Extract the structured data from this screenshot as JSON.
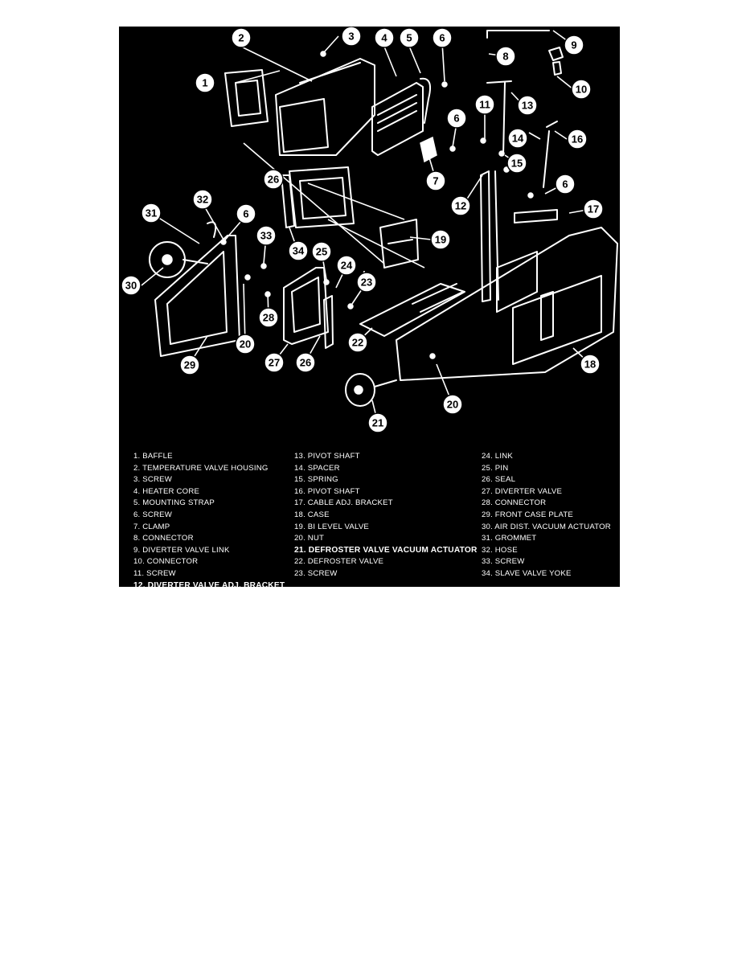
{
  "diagram": {
    "callouts": [
      "1",
      "2",
      "3",
      "4",
      "5",
      "6",
      "8",
      "9",
      "10",
      "11",
      "13",
      "6",
      "14",
      "16",
      "7",
      "15",
      "12",
      "6",
      "17",
      "26",
      "32",
      "31",
      "6",
      "19",
      "33",
      "34",
      "25",
      "24",
      "23",
      "30",
      "28",
      "22",
      "20",
      "29",
      "27",
      "26",
      "18",
      "20",
      "21"
    ],
    "legend": {
      "column_1": [
        "1. BAFFLE",
        "2. TEMPERATURE VALVE HOUSING",
        "3. SCREW",
        "4. HEATER CORE",
        "5. MOUNTING STRAP",
        "6. SCREW",
        "7. CLAMP",
        "8. CONNECTOR",
        "9. DIVERTER VALVE LINK",
        "10. CONNECTOR",
        "11. SCREW",
        "12. DIVERTER VALVE ADJ. BRACKET"
      ],
      "column_2": [
        "13. PIVOT SHAFT",
        "14. SPACER",
        "15. SPRING",
        "16. PIVOT SHAFT",
        "17. CABLE ADJ. BRACKET",
        "18. CASE",
        "19. BI LEVEL VALVE",
        "20. NUT",
        "21. DEFROSTER VALVE VACUUM ACTUATOR",
        "22. DEFROSTER VALVE",
        "23. SCREW"
      ],
      "column_3": [
        "24. LINK",
        "25. PIN",
        "26. SEAL",
        "27. DIVERTER VALVE",
        "28. CONNECTOR",
        "29. FRONT CASE PLATE",
        "30. AIR DIST. VACUUM ACTUATOR",
        "31. GROMMET",
        "32. HOSE",
        "33. SCREW",
        "34. SLAVE VALVE YOKE"
      ]
    }
  }
}
